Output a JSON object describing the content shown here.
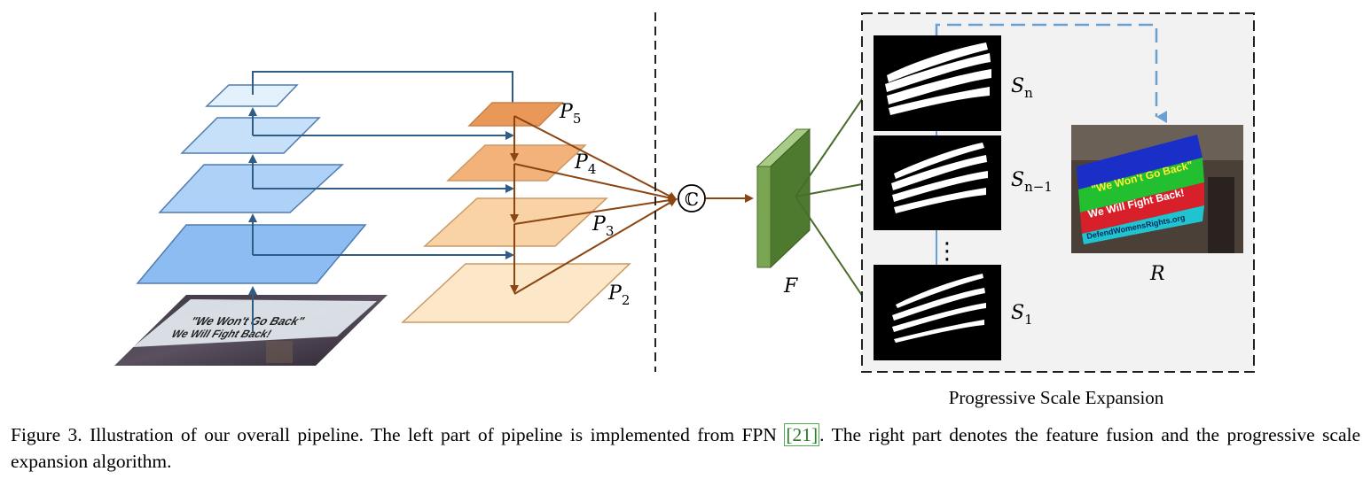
{
  "diagram": {
    "pyramid_labels": [
      {
        "base": "P",
        "sub": "5"
      },
      {
        "base": "P",
        "sub": "4"
      },
      {
        "base": "P",
        "sub": "3"
      },
      {
        "base": "P",
        "sub": "2"
      }
    ],
    "concat_symbol": "ℂ",
    "fused_label": "F",
    "kernel_labels": [
      {
        "base": "S",
        "sub": "n"
      },
      {
        "base": "S",
        "sub": "n−1"
      },
      {
        "base": "S",
        "sub": "1"
      }
    ],
    "ellipsis": "⋮",
    "result_label": "R",
    "pse_title": "Progressive Scale Expansion",
    "photo_texts": {
      "line1": "\"We Won't Go Back\"",
      "line2": "We Will Fight Back!",
      "line3": "DefendWomensRights.org"
    }
  },
  "caption": {
    "before_ref": "Figure 3. Illustration of our overall pipeline.  The left part of pipeline is implemented from FPN ",
    "ref": "[21]",
    "after_ref": ".  The right part denotes the feature fusion and the progressive scale expansion algorithm."
  },
  "colors": {
    "blue_arrow": "#2f5d86",
    "brown_arrow": "#8b4513",
    "green_arrow": "#4a6b2a",
    "dashed_blue": "#6a9fd4"
  }
}
